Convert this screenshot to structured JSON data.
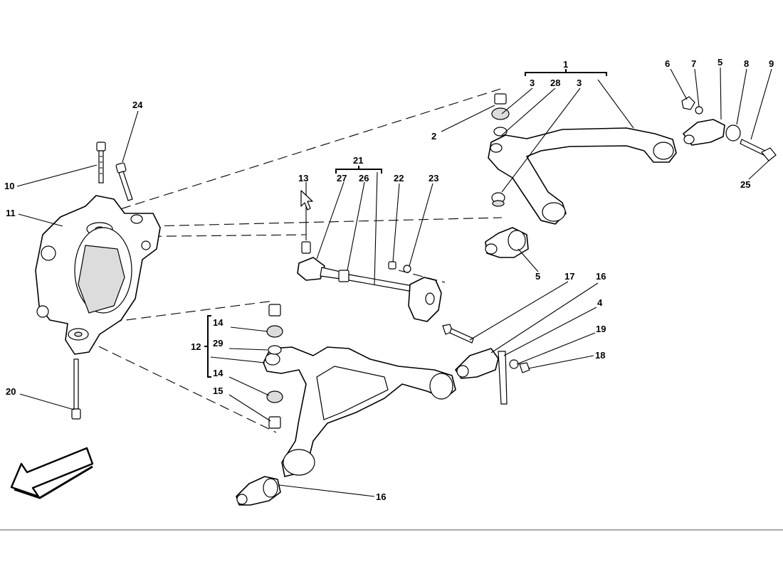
{
  "diagram": {
    "type": "exploded-parts-diagram",
    "callouts": {
      "c1": "1",
      "c2": "2",
      "c3a": "3",
      "c28": "28",
      "c3b": "3",
      "c6": "6",
      "c7": "7",
      "c5a": "5",
      "c8": "8",
      "c9": "9",
      "c25": "25",
      "c24": "24",
      "c10": "10",
      "c11": "11",
      "c21": "21",
      "c13": "13",
      "c27": "27",
      "c26": "26",
      "c22": "22",
      "c23": "23",
      "c5b": "5",
      "c17": "17",
      "c16a": "16",
      "c4": "4",
      "c19": "19",
      "c18": "18",
      "c12": "12",
      "c14a": "14",
      "c29": "29",
      "c14b": "14",
      "c15": "15",
      "c20": "20",
      "c16b": "16"
    },
    "colors": {
      "line": "#000000",
      "background": "#ffffff",
      "rule": "#aaaaaa"
    },
    "icons": [
      "cursor-arrow-icon",
      "direction-arrow-icon"
    ]
  }
}
